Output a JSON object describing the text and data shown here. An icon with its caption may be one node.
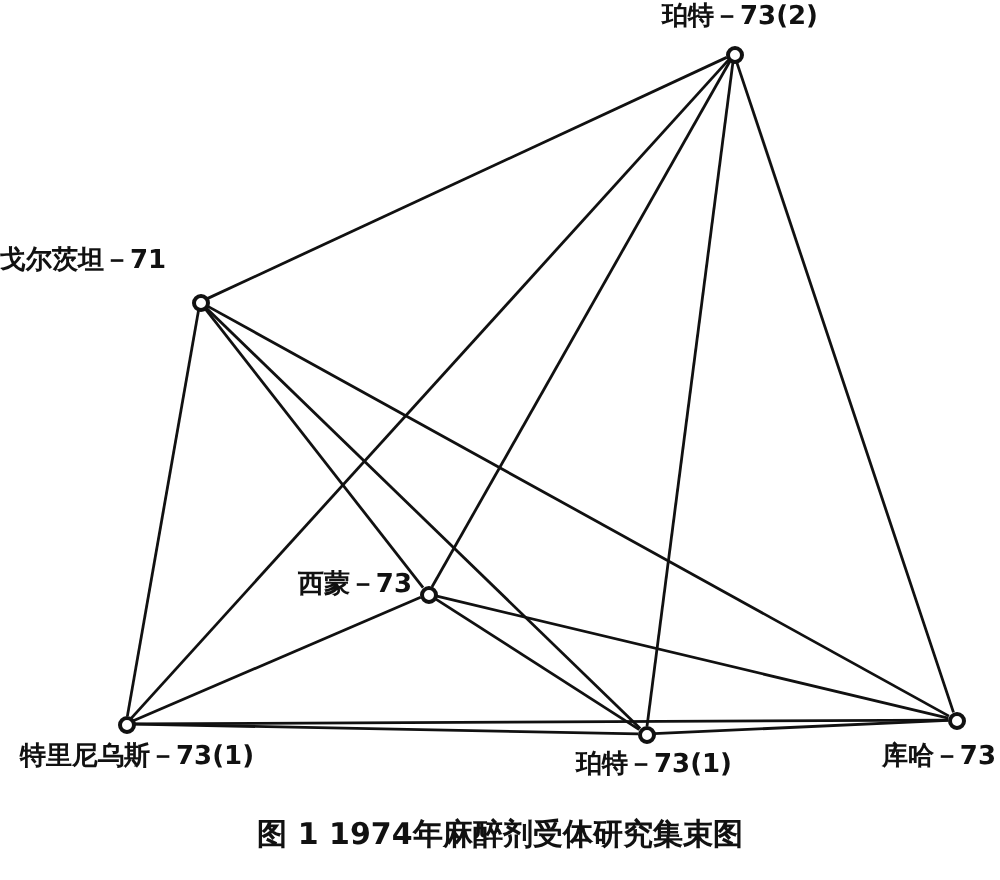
{
  "diagram": {
    "caption": "图 1 1974年麻醉剂受体研究集束图",
    "nodes": [
      {
        "text": [],
        "shape": "circle",
        "beside": [
          "珀特－73(2)"
        ]
      },
      {
        "text": [],
        "shape": "circle",
        "beside": [
          "戈尔茨坦－71"
        ]
      },
      {
        "text": [],
        "shape": "circle",
        "beside": [
          "西蒙－73"
        ]
      },
      {
        "text": [],
        "shape": "circle",
        "beside": [
          "特里尼乌斯－73(1)"
        ]
      },
      {
        "text": [],
        "shape": "circle",
        "beside": [
          "珀特－73(1)"
        ]
      },
      {
        "text": [],
        "shape": "circle",
        "beside": [
          "库哈－73"
        ]
      }
    ],
    "edges": [
      {
        "from": 1,
        "to": 0,
        "arrow": "none"
      },
      {
        "from": 1,
        "to": 3,
        "arrow": "none"
      },
      {
        "from": 1,
        "to": 2,
        "arrow": "none"
      },
      {
        "from": 1,
        "to": 4,
        "arrow": "none"
      },
      {
        "from": 1,
        "to": 5,
        "arrow": "none"
      },
      {
        "from": 0,
        "to": 3,
        "arrow": "none"
      },
      {
        "from": 0,
        "to": 2,
        "arrow": "none"
      },
      {
        "from": 0,
        "to": 4,
        "arrow": "none"
      },
      {
        "from": 0,
        "to": 5,
        "arrow": "none"
      },
      {
        "from": 2,
        "to": 3,
        "arrow": "none"
      },
      {
        "from": 2,
        "to": 4,
        "arrow": "none"
      },
      {
        "from": 2,
        "to": 5,
        "arrow": "none"
      },
      {
        "from": 3,
        "to": 4,
        "arrow": "none"
      },
      {
        "from": 3,
        "to": 5,
        "arrow": "none"
      },
      {
        "from": 4,
        "to": 5,
        "arrow": "none"
      }
    ]
  }
}
